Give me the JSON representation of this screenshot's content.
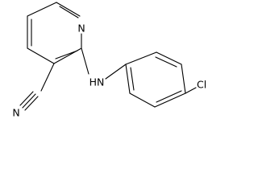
{
  "structure": {
    "atoms": {
      "ring_nitrogen": "N",
      "amine_nh": "HN",
      "nitrile_nitrogen": "N",
      "chlorine": "Cl"
    }
  }
}
